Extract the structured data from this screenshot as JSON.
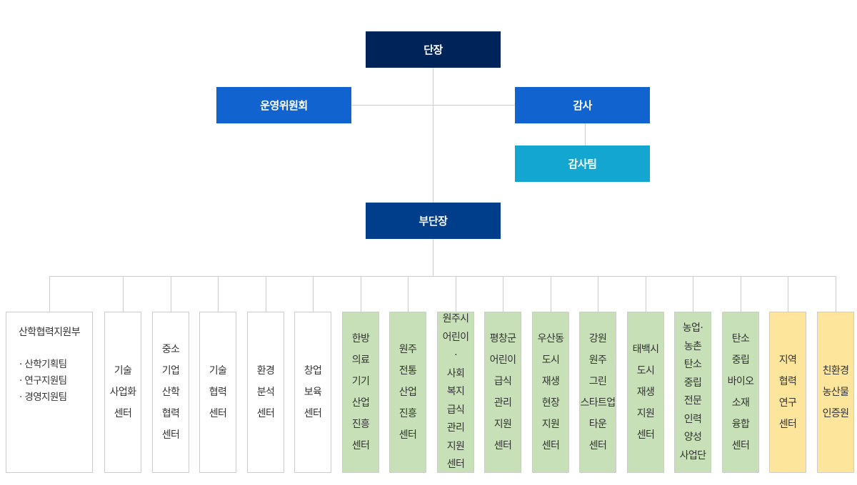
{
  "colors": {
    "head": "#002459",
    "committee": "#1163d0",
    "audit": "#1163d0",
    "audit_team": "#12a6d0",
    "deputy": "#003d8a",
    "line": "#cccccc",
    "admin_unit": "#ffffff",
    "green_unit": "#c7e0b7",
    "yellow_unit": "#fde59b"
  },
  "top": {
    "head": "단장",
    "committee": "운영위원회",
    "audit": "감사",
    "audit_team": "감사팀",
    "deputy": "부단장"
  },
  "department": {
    "title": "산학협력지원부",
    "teams": [
      "· 산학기획팀",
      "· 연구지원팀",
      "· 경영지원팀"
    ]
  },
  "units": [
    {
      "type": "white",
      "lines": [
        "기술",
        "사업화",
        "센터"
      ]
    },
    {
      "type": "white",
      "lines": [
        "중소",
        "기업",
        "산학",
        "협력",
        "센터"
      ]
    },
    {
      "type": "white",
      "lines": [
        "기술",
        "협력",
        "센터"
      ]
    },
    {
      "type": "white",
      "lines": [
        "환경",
        "분석",
        "센터"
      ]
    },
    {
      "type": "white",
      "lines": [
        "창업",
        "보육",
        "센터"
      ]
    },
    {
      "type": "green",
      "lines": [
        "한방",
        "의료",
        "기기",
        "산업",
        "진흥",
        "센터"
      ]
    },
    {
      "type": "green",
      "lines": [
        "원주",
        "전통",
        "산업",
        "진흥",
        "센터"
      ]
    },
    {
      "type": "green",
      "lines": [
        "원주시",
        "어린이",
        "·",
        "사회",
        "복지",
        "급식",
        "관리",
        "지원",
        "센터"
      ]
    },
    {
      "type": "green",
      "lines": [
        "평창군",
        "어린이",
        "급식",
        "관리",
        "지원",
        "센터"
      ]
    },
    {
      "type": "green",
      "lines": [
        "우산동",
        "도시",
        "재생",
        "현장",
        "지원",
        "센터"
      ]
    },
    {
      "type": "green",
      "lines": [
        "강원",
        "원주",
        "그린",
        "스타트업",
        "타운",
        "센터"
      ]
    },
    {
      "type": "green",
      "lines": [
        "태백시",
        "도시",
        "재생",
        "지원",
        "센터"
      ]
    },
    {
      "type": "green",
      "lines": [
        "농업·",
        "농촌",
        "탄소",
        "중립",
        "전문",
        "인력",
        "양성",
        "사업단"
      ]
    },
    {
      "type": "green",
      "lines": [
        "탄소",
        "중립",
        "바이오",
        "소재",
        "융합",
        "센터"
      ]
    },
    {
      "type": "yellow",
      "lines": [
        "지역",
        "협력",
        "연구",
        "센터"
      ]
    },
    {
      "type": "yellow",
      "lines": [
        "친환경",
        "농산물",
        "인증원"
      ]
    }
  ]
}
